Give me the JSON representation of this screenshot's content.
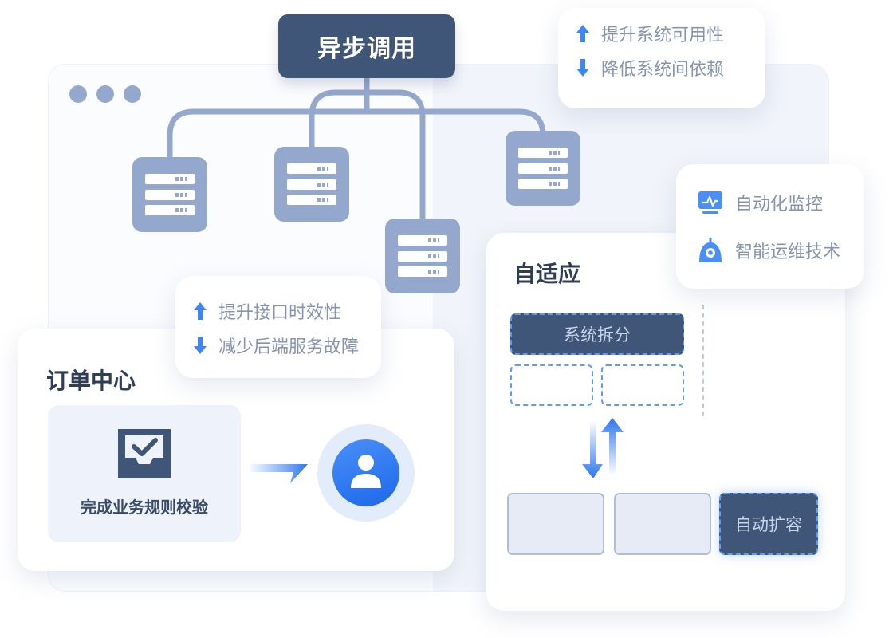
{
  "main": {
    "title": "异步调用"
  },
  "top_card": {
    "items": [
      {
        "direction": "up",
        "label": "提升系统可用性"
      },
      {
        "direction": "down",
        "label": "降低系统间依赖"
      }
    ]
  },
  "mid_card": {
    "items": [
      {
        "direction": "up",
        "label": "提升接口时效性"
      },
      {
        "direction": "down",
        "label": "减少后端服务故障"
      }
    ]
  },
  "order_center": {
    "title": "订单中心",
    "verify_label": "完成业务规则校验"
  },
  "adaptive": {
    "title": "自适应",
    "split_label": "系统拆分",
    "scale_label": "自动扩容"
  },
  "tech_card": {
    "items": [
      {
        "icon": "monitor-icon",
        "label": "自动化监控"
      },
      {
        "icon": "camera-icon",
        "label": "智能运维技术"
      }
    ]
  },
  "colors": {
    "dark_navy": "#3f5678",
    "server_blue": "#93a8cc",
    "accent_blue": "#1c68ea"
  }
}
